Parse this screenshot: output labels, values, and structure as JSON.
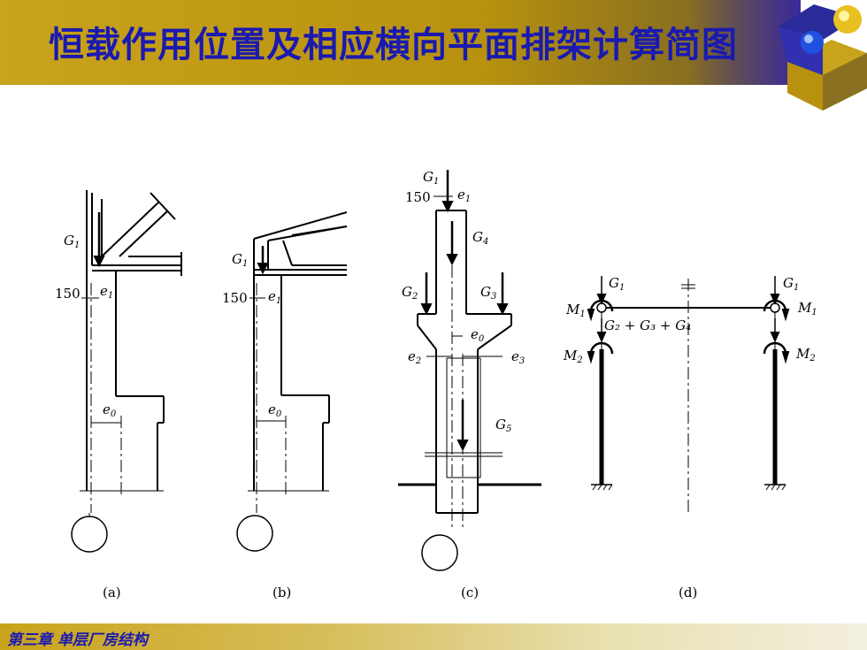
{
  "title": "恒载作用位置及相应横向平面排架计算简图",
  "footer": "第三章  单层厂房结构",
  "labels": {
    "a": {
      "G1": "G",
      "G1_sub": "1",
      "dist": "150",
      "e1": "e",
      "e1_sub": "1",
      "e0": "e",
      "e0_sub": "0",
      "caption": "(a)"
    },
    "b": {
      "G1": "G",
      "G1_sub": "1",
      "dist": "150",
      "e1": "e",
      "e1_sub": "1",
      "e0": "e",
      "e0_sub": "0",
      "caption": "(b)"
    },
    "c": {
      "G1": "G",
      "G1_sub": "1",
      "dist": "150",
      "e1": "e",
      "e1_sub": "1",
      "G4": "G",
      "G4_sub": "4",
      "G2": "G",
      "G2_sub": "2",
      "G3": "G",
      "G3_sub": "3",
      "e0": "e",
      "e0_sub": "0",
      "e2": "e",
      "e2_sub": "2",
      "e3": "e",
      "e3_sub": "3",
      "G5": "G",
      "G5_sub": "5",
      "caption": "(c)"
    },
    "d": {
      "G1_left": "G",
      "G1_left_sub": "1",
      "G1_right": "G",
      "G1_right_sub": "1",
      "M1_left": "M",
      "M1_left_sub": "1",
      "M1_right": "M",
      "M1_right_sub": "1",
      "sum": "G₂ + G₃ + G₄",
      "M2_left": "M",
      "M2_left_sub": "2",
      "M2_right": "M",
      "M2_right_sub": "2",
      "caption": "(d)"
    }
  }
}
